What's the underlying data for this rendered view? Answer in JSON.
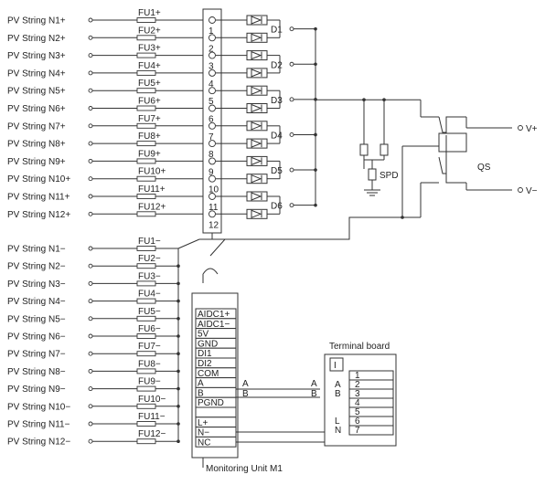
{
  "pos_strings": [
    "PV String N1+",
    "PV String N2+",
    "PV String N3+",
    "PV String N4+",
    "PV String N5+",
    "PV String N6+",
    "PV String N7+",
    "PV String N8+",
    "PV String N9+",
    "PV String N10+",
    "PV String N11+",
    "PV String N12+"
  ],
  "pos_fuses": [
    "FU1+",
    "FU2+",
    "FU3+",
    "FU4+",
    "FU5+",
    "FU6+",
    "FU7+",
    "FU8+",
    "FU9+",
    "FU10+",
    "FU11+",
    "FU12+"
  ],
  "neg_strings": [
    "PV String N1−",
    "PV String N2−",
    "PV String N3−",
    "PV String N4−",
    "PV String N5−",
    "PV String N6−",
    "PV String N7−",
    "PV String N8−",
    "PV String N9−",
    "PV String N10−",
    "PV String N11−",
    "PV String N12−"
  ],
  "neg_fuses": [
    "FU1−",
    "FU2−",
    "FU3−",
    "FU4−",
    "FU5−",
    "FU6−",
    "FU7−",
    "FU8−",
    "FU9−",
    "FU10−",
    "FU11−",
    "FU12−"
  ],
  "terminal_numbers": [
    "1",
    "2",
    "3",
    "4",
    "5",
    "6",
    "7",
    "8",
    "9",
    "10",
    "11",
    "12"
  ],
  "diodes": [
    "D1",
    "D2",
    "D3",
    "D4",
    "D5",
    "D6"
  ],
  "spd_label": "SPD",
  "qs_label": "QS",
  "v_plus": "V+",
  "v_minus": "V−",
  "monitoring_unit": {
    "title": "Monitoring Unit M1",
    "pins": [
      "AIDC1+",
      "AIDC1−",
      "5V",
      "GND",
      "DI1",
      "DI2",
      "COM",
      "A",
      "B",
      "PGND",
      "",
      "L+",
      "N−",
      "NC"
    ]
  },
  "bus_labels": {
    "a_left": "A",
    "b_left": "B",
    "a_right": "A",
    "b_right": "B"
  },
  "terminal_board": {
    "title": "Terminal board",
    "header": "I",
    "rows": [
      {
        "num": "1",
        "label": ""
      },
      {
        "num": "2",
        "label": "A"
      },
      {
        "num": "3",
        "label": "B"
      },
      {
        "num": "4",
        "label": ""
      },
      {
        "num": "5",
        "label": ""
      },
      {
        "num": "6",
        "label": "L"
      },
      {
        "num": "7",
        "label": "N"
      }
    ]
  }
}
